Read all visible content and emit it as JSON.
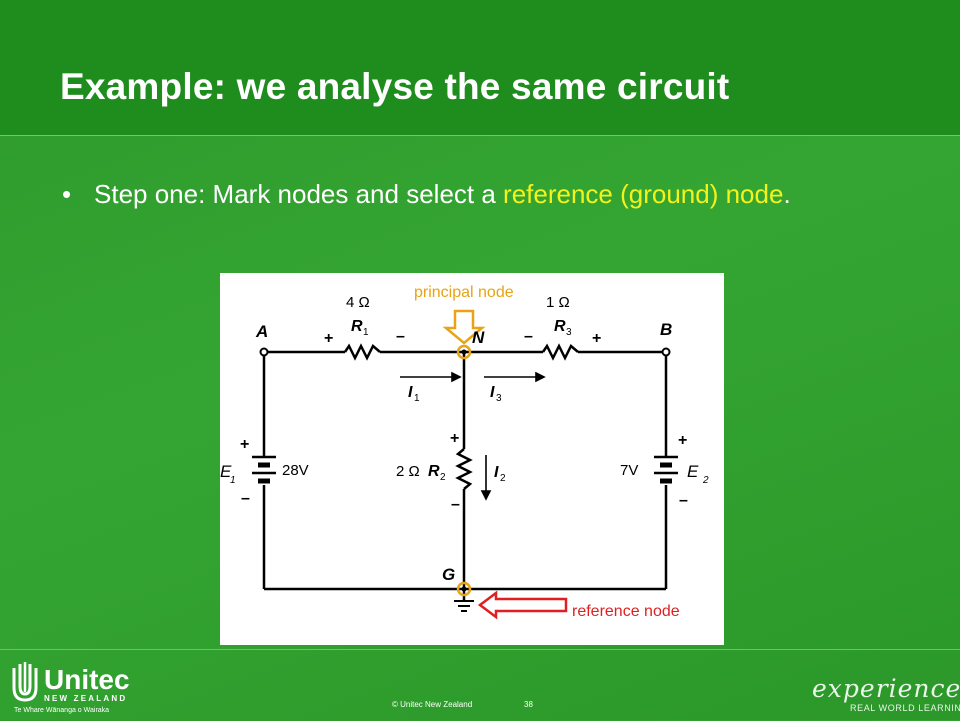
{
  "slide": {
    "title": "Example: we analyse the same circuit",
    "bullet": {
      "symbol": "•",
      "text_before": "Step one: Mark nodes and select a ",
      "highlight": "reference (ground) node",
      "text_after": ".",
      "highlight_color": "#f2f21c"
    }
  },
  "circuit": {
    "label_principal_node": "principal node",
    "label_reference_node": "reference node",
    "resistor_R1_value": "4 Ω",
    "resistor_R3_value": "1 Ω",
    "resistor_R2_value": "2 Ω",
    "R1": "R",
    "R1_sub": "1",
    "R2": "R",
    "R2_sub": "2",
    "R3": "R",
    "R3_sub": "3",
    "I1": "I",
    "I1_sub": "1",
    "I2": "I",
    "I2_sub": "2",
    "I3": "I",
    "I3_sub": "3",
    "node_A": "A",
    "node_B": "B",
    "node_N": "N",
    "node_G": "G",
    "E1": "E",
    "E1_sub": "1",
    "E2": "E",
    "E2_sub": "2",
    "E1_value": "28V",
    "E2_value": "7V",
    "plus": "+",
    "minus": "–",
    "annotation_color": "#e8a317",
    "arrow_color": "#e02020"
  },
  "footer": {
    "logo_name": "Unitec",
    "logo_sub1": "NEW ZEALAND",
    "logo_sub2": "Te Whare Wānanga o Wairaka",
    "copyright": "© Unitec New Zealand",
    "page_number": "38",
    "tagline": "experience",
    "tagline_sub": "REAL WORLD LEARNING"
  },
  "colors": {
    "background": "#33a331",
    "header": "#1f8c1e",
    "text": "#ffffff"
  }
}
